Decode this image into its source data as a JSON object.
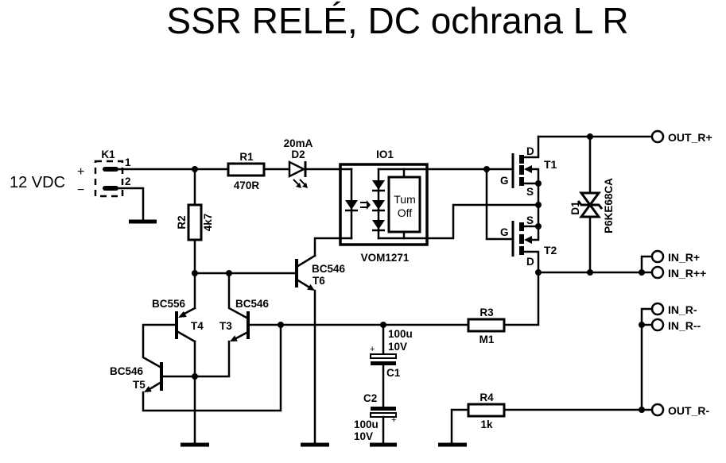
{
  "title": "SSR RELÉ, DC ochrana L R",
  "power": {
    "label": "12 VDC",
    "plus": "+",
    "minus": "−"
  },
  "components": {
    "K1": {
      "ref": "K1",
      "pin1": "1",
      "pin2": "2"
    },
    "R1": {
      "ref": "R1",
      "value": "470R"
    },
    "R2": {
      "ref": "R2",
      "value": "4k7"
    },
    "R3": {
      "ref": "R3",
      "value": "M1"
    },
    "R4": {
      "ref": "R4",
      "value": "1k"
    },
    "D2": {
      "ref": "D2",
      "value": "20mA"
    },
    "IO1": {
      "ref": "IO1",
      "part": "VOM1271",
      "inner_line1": "Tum",
      "inner_line2": "Off"
    },
    "T1": {
      "ref": "T1",
      "gate": "G",
      "drain": "D",
      "source": "S"
    },
    "T2": {
      "ref": "T2",
      "gate": "G",
      "drain": "D",
      "source": "S"
    },
    "D1": {
      "ref": "D1",
      "part": "P6KE68CA"
    },
    "T3": {
      "ref": "T3",
      "part": "BC546"
    },
    "T4": {
      "ref": "T4",
      "part": "BC556"
    },
    "T5": {
      "ref": "T5",
      "part": "BC546"
    },
    "T6": {
      "ref": "T6",
      "part": "BC546"
    },
    "C1": {
      "ref": "C1",
      "value": "100u",
      "voltage": "10V",
      "polarity": "+"
    },
    "C2": {
      "ref": "C2",
      "value": "100u",
      "voltage": "10V",
      "polarity": "+"
    }
  },
  "terminals": {
    "out_r_plus": "OUT_R+",
    "in_r_plus": "IN_R+",
    "in_r_plusplus": "IN_R++",
    "in_r_minus": "IN_R-",
    "in_r_minusminus": "IN_R--",
    "out_r_minus": "OUT_R-"
  }
}
